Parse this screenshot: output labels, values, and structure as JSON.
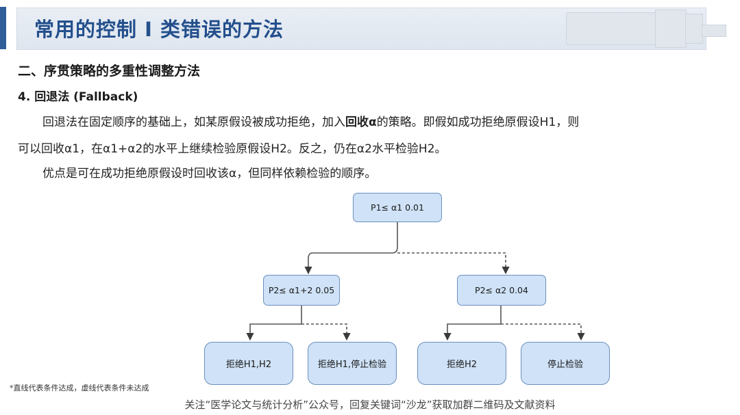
{
  "header": {
    "title": "常用的控制 I 类错误的方法"
  },
  "content": {
    "section_heading": "二、序贯策略的多重性调整方法",
    "subheading": "4. 回退法 (Fallback)",
    "para1_line1_part1": "回退法在固定顺序的基础上，如某原假设被成功拒绝，加入",
    "para1_line1_bold": "回收α",
    "para1_line1_part2": "的策略。即假如成功拒绝原假设H1，则",
    "para1_line2": "可以回收α1，在α1+α2的水平上继续检验原假设H2。反之，仍在α2水平检验H2。",
    "para2": "优点是可在成功拒绝原假设时回收该α，但同样依赖检验的顺序。"
  },
  "diagram": {
    "root": "P1≤ α1 0.01",
    "left_mid": "P2≤ α1+2 0.05",
    "right_mid": "P2≤ α2 0.04",
    "leaf1": "拒绝H1,H2",
    "leaf2": "拒绝H1,停止检验",
    "leaf3": "拒绝H2",
    "leaf4": "停止检验",
    "colors": {
      "node_fill": "#cfe2f7",
      "node_border": "#6a8fbf",
      "line": "#555555"
    }
  },
  "footnote": "*直线代表条件达成，虚线代表条件未达成",
  "footer": "关注“医学论文与统计分析”公众号，回复关键词“沙龙”获取加群二维码及文献资料"
}
